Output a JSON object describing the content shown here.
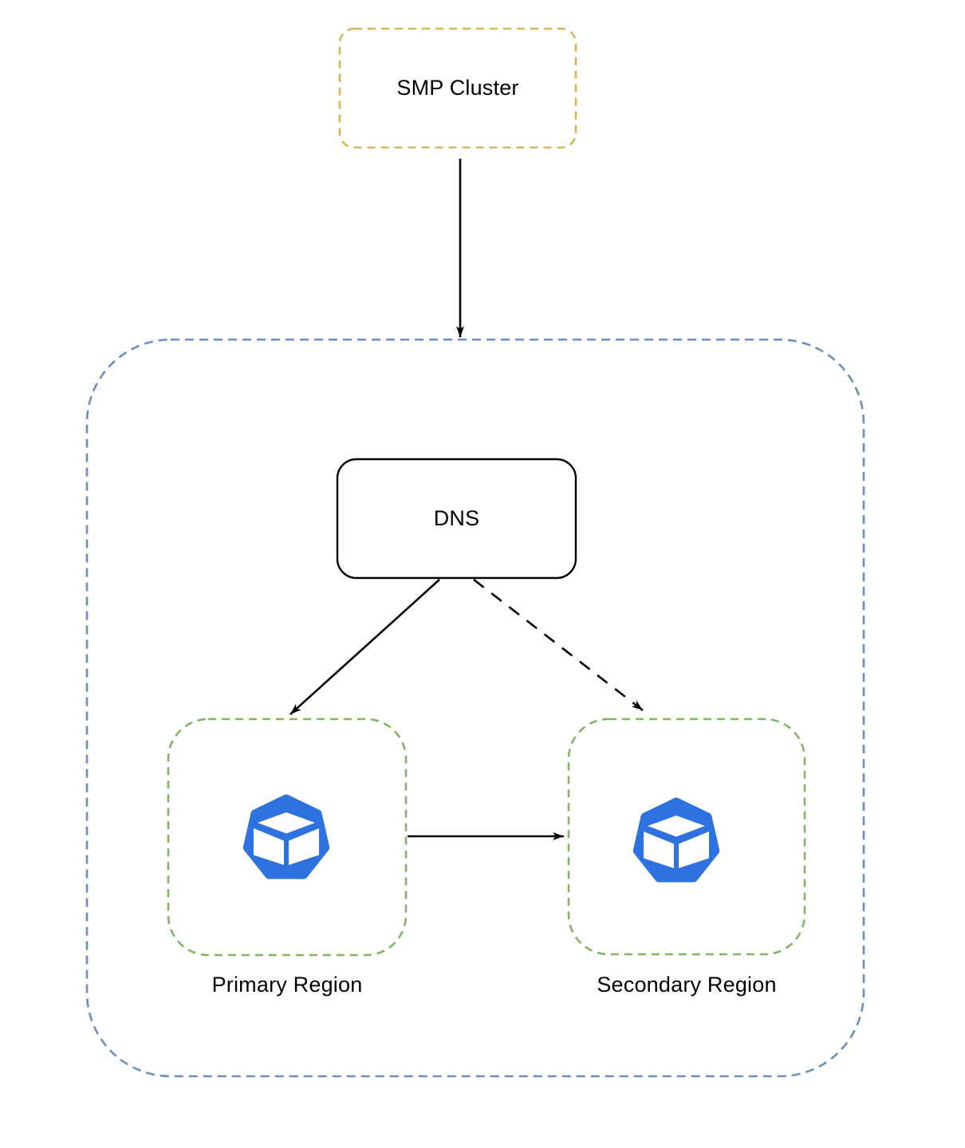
{
  "diagram": {
    "type": "architecture-diagram",
    "background_color": "#FFFFFF",
    "nodes": {
      "smp_cluster": {
        "label": "SMP Cluster",
        "border_color": "#D6B656",
        "border_style": "dashed",
        "shape": "rounded-rect"
      },
      "region_container": {
        "border_color": "#6C8EBF",
        "border_style": "dashed",
        "shape": "rounded-rect"
      },
      "dns": {
        "label": "DNS",
        "border_color": "#000000",
        "border_style": "solid",
        "shape": "rounded-rect"
      },
      "primary_region": {
        "label": "Primary Region",
        "border_color": "#82B366",
        "border_style": "dashed",
        "shape": "rounded-rect",
        "icon": "cluster-cube-heptagon"
      },
      "secondary_region": {
        "label": "Secondary Region",
        "border_color": "#82B366",
        "border_style": "dashed",
        "shape": "rounded-rect",
        "icon": "cluster-cube-heptagon"
      }
    },
    "icon_color": "#2D72DE",
    "edge_color": "#000000",
    "edges": [
      {
        "from": "SMP Cluster",
        "to": "Region Container",
        "style": "solid",
        "direction": "down"
      },
      {
        "from": "DNS",
        "to": "Primary Region",
        "style": "solid",
        "direction": "down-left"
      },
      {
        "from": "DNS",
        "to": "Secondary Region",
        "style": "dashed",
        "direction": "down-right"
      },
      {
        "from": "Primary Region",
        "to": "Secondary Region",
        "style": "solid",
        "direction": "right"
      }
    ]
  }
}
